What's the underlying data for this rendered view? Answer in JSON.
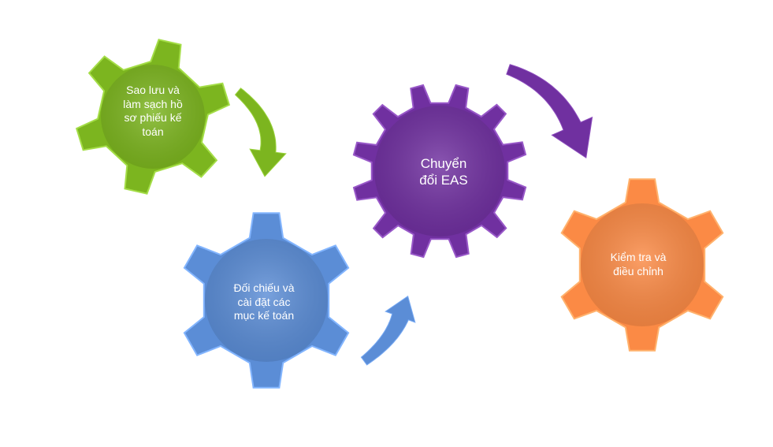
{
  "diagram": {
    "gears": [
      {
        "label": "Sao lưu và\nlàm sạch hồ\nsơ phiếu kế\ntoán",
        "color": "#7cb51f",
        "icon": "gear-icon"
      },
      {
        "label": "Đối chiếu và\ncài đặt các\nmục kế toán",
        "color": "#5b8dd6",
        "icon": "gear-icon"
      },
      {
        "label": "Chuyển\nđổi EAS",
        "color": "#7030a0",
        "icon": "gear-icon"
      },
      {
        "label": "Kiểm tra và\nđiều chỉnh",
        "color": "#fb8a45",
        "icon": "gear-icon"
      }
    ],
    "arrows": [
      {
        "from": "gear-1",
        "to": "gear-2",
        "color": "#7cb51f",
        "icon": "curved-arrow-icon"
      },
      {
        "from": "gear-2",
        "to": "gear-3",
        "color": "#5b8dd6",
        "icon": "curved-arrow-icon"
      },
      {
        "from": "gear-3",
        "to": "gear-4",
        "color": "#7030a0",
        "icon": "curved-arrow-icon"
      }
    ]
  }
}
